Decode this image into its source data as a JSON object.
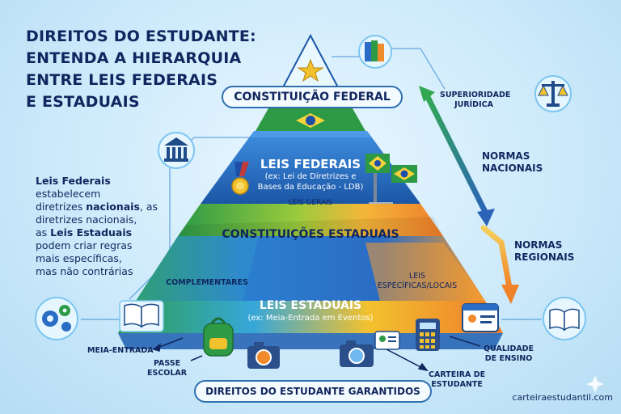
{
  "title_lines": [
    "DIREITOS DO ESTUDANTE:",
    "ENTENDA A HIERARQUIA",
    "ENTRE LEIS FEDERAIS",
    "E ESTADUAIS"
  ],
  "pyramid": {
    "top_banner": "CONSTITUIÇÃO FEDERAL",
    "federal": {
      "title": "LEIS FEDERAIS",
      "subtitle_lines": [
        "(ex: Lei de Diretrizes e",
        "Bases da Educação - LDB)"
      ],
      "tag": "LEIS GERAIS"
    },
    "state_constitutions": "CONSTITUIÇÕES ESTADUAIS",
    "state_laws": {
      "left": "COMPLEMENTARES",
      "title": "LEIS ESTADUAIS",
      "subtitle": "(ex: Meia-Entrada em Eventos)",
      "right_lines": [
        "LEIS",
        "ESPECÍFICAS/LOCAIS"
      ]
    },
    "bottom_banner": "DIREITOS DO ESTUDANTE GARANTIDOS"
  },
  "right_labels": {
    "superiority": [
      "SUPERIORIDADE",
      "JURÍDICA"
    ],
    "national": [
      "NORMAS",
      "NACIONAIS"
    ],
    "regional": [
      "NORMAS",
      "REGIONAIS"
    ]
  },
  "left_description": {
    "line1_bold": "Leis Federais",
    "line1_rest": " estabelecem",
    "line2_pre": "diretrizes ",
    "line2_bold": "nacionais",
    "line2_post": ", as",
    "line3": "diretrizes nacionais,",
    "line4_pre": "as ",
    "line4_bold": "Leis Estaduais",
    "line5": "podem criar regras",
    "line6": "mais específicas,",
    "line7": "mas não contrárias"
  },
  "callouts": {
    "meia_entrada": "MEIA-ENTRADA",
    "passe_escolar": [
      "PASSE",
      "ESCOLAR"
    ],
    "carteira": [
      "CARTEIRA DE",
      "ESTUDANTE"
    ],
    "qualidade": [
      "QUALIDADE",
      "DE ENSINO"
    ]
  },
  "footer": "carteiraestudantil.com",
  "colors": {
    "navy": "#10265e",
    "federal_blue": "#1f62b8",
    "green": "#2e9a45",
    "orange": "#f08a2a",
    "yellow": "#f2c12e",
    "arrow_green": "#32a852",
    "arrow_blue": "#2a63b8"
  },
  "icons": [
    "books-icon",
    "star-icon",
    "brazil-flag-icon",
    "courthouse-icon",
    "scales-icon",
    "medal-icon",
    "monument-icon",
    "gears-icon",
    "open-book-icon",
    "backpack-icon",
    "camera-icon",
    "id-card-icon",
    "calculator-icon",
    "sparkle-icon"
  ]
}
